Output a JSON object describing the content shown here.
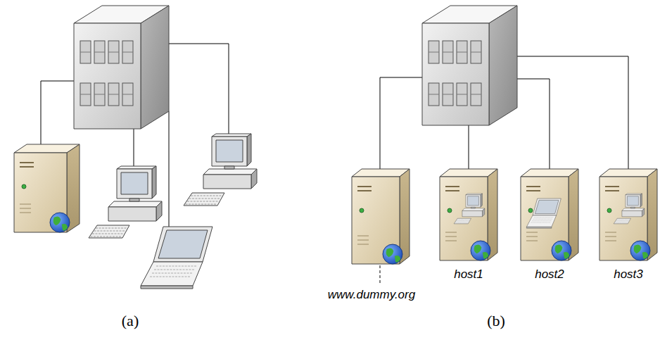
{
  "diagram": {
    "labels": [
      "(a)",
      "(b)",
      "www.dummy.org",
      "host1",
      "host2",
      "host3"
    ]
  }
}
